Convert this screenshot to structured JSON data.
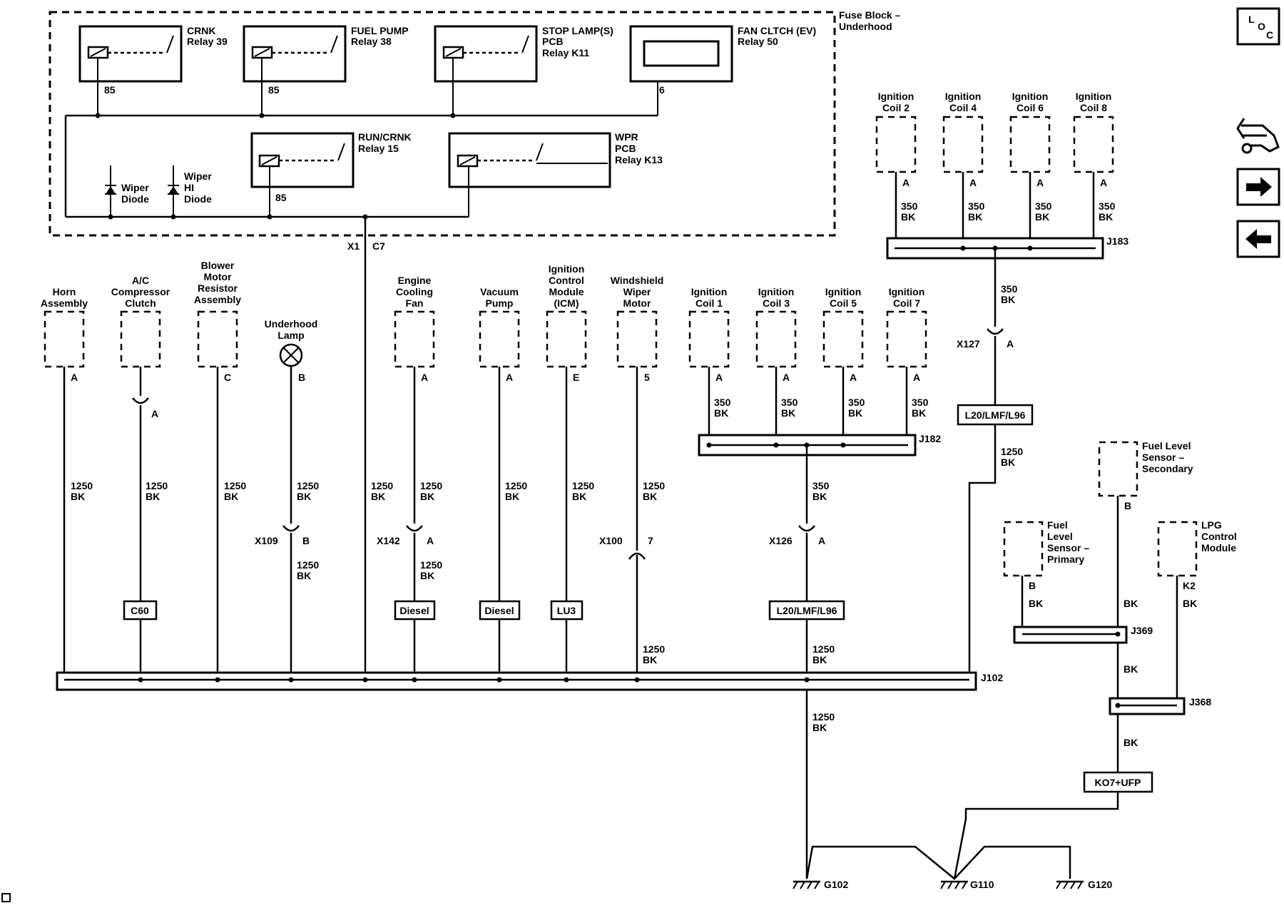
{
  "fuse_block": {
    "title_line1": "Fuse Block –",
    "title_line2": "Underhood",
    "connector_x1": "X1",
    "connector_c7": "C7"
  },
  "relays": {
    "crnk": {
      "l1": "CRNK",
      "l2": "Relay 39",
      "pin": "85"
    },
    "fuel_pump": {
      "l1": "FUEL PUMP",
      "l2": "Relay 38",
      "pin": "85"
    },
    "stop_lamp": {
      "l1": "STOP LAMP(S)",
      "l2": "PCB",
      "l3": "Relay K11"
    },
    "fan_clutch": {
      "l1": "FAN CLTCH (EV)",
      "l2": "Relay 50",
      "pin": "6"
    },
    "run_crnk": {
      "l1": "RUN/CRNK",
      "l2": "Relay 15",
      "pin": "85"
    },
    "wpr": {
      "l1": "WPR",
      "l2": "PCB",
      "l3": "Relay K13"
    }
  },
  "diodes": {
    "wiper": {
      "l1": "Wiper",
      "l2": "Diode"
    },
    "wiper_hi": {
      "l1": "Wiper",
      "l2": "HI",
      "l3": "Diode"
    }
  },
  "components": {
    "horn": {
      "l1": "Horn",
      "l2": "Assembly",
      "pin": "A",
      "gauge": "1250",
      "color": "BK"
    },
    "ac": {
      "l1": "A/C",
      "l2": "Compressor",
      "l3": "Clutch",
      "pin": "A",
      "gauge": "1250",
      "color": "BK",
      "option": "C60"
    },
    "blower": {
      "l1": "Blower",
      "l2": "Motor",
      "l3": "Resistor",
      "l4": "Assembly",
      "pin": "C",
      "gauge": "1250",
      "color": "BK"
    },
    "lamp": {
      "l1": "Underhood",
      "l2": "Lamp",
      "pin": "B",
      "gauge": "1250",
      "color": "BK",
      "conn": "X109",
      "conn_pin": "B",
      "gauge2": "1250",
      "color2": "BK"
    },
    "x1wire": {
      "gauge": "1250",
      "color": "BK"
    },
    "fan": {
      "l1": "Engine",
      "l2": "Cooling",
      "l3": "Fan",
      "pin": "A",
      "gauge": "1250",
      "color": "BK",
      "conn": "X142",
      "conn_pin": "A",
      "gauge2": "1250",
      "color2": "BK",
      "option": "Diesel"
    },
    "vacuum": {
      "l1": "Vacuum",
      "l2": "Pump",
      "pin": "A",
      "gauge": "1250",
      "color": "BK",
      "option": "Diesel"
    },
    "icm": {
      "l1": "Ignition",
      "l2": "Control",
      "l3": "Module",
      "l4": "(ICM)",
      "pin": "E",
      "gauge": "1250",
      "color": "BK",
      "option": "LU3"
    },
    "wiper": {
      "l1": "Windshield",
      "l2": "Wiper",
      "l3": "Motor",
      "pin": "5",
      "gauge": "1250",
      "color": "BK",
      "conn": "X100",
      "conn_pin": "7",
      "gauge2": "1250",
      "color2": "BK"
    }
  },
  "coils_lower": {
    "items": [
      {
        "l1": "Ignition",
        "l2": "Coil 1",
        "pin": "A",
        "gauge": "350",
        "color": "BK"
      },
      {
        "l1": "Ignition",
        "l2": "Coil 3",
        "pin": "A",
        "gauge": "350",
        "color": "BK"
      },
      {
        "l1": "Ignition",
        "l2": "Coil 5",
        "pin": "A",
        "gauge": "350",
        "color": "BK"
      },
      {
        "l1": "Ignition",
        "l2": "Coil 7",
        "pin": "A",
        "gauge": "350",
        "color": "BK"
      }
    ],
    "splice": "J182",
    "gauge": "350",
    "color": "BK",
    "conn": "X126",
    "conn_pin": "A",
    "option": "L20/LMF/L96",
    "gauge2": "1250",
    "color2": "BK",
    "gauge3": "1250",
    "color3": "BK"
  },
  "coils_upper": {
    "items": [
      {
        "l1": "Ignition",
        "l2": "Coil 2",
        "pin": "A",
        "gauge": "350",
        "color": "BK"
      },
      {
        "l1": "Ignition",
        "l2": "Coil 4",
        "pin": "A",
        "gauge": "350",
        "color": "BK"
      },
      {
        "l1": "Ignition",
        "l2": "Coil 6",
        "pin": "A",
        "gauge": "350",
        "color": "BK"
      },
      {
        "l1": "Ignition",
        "l2": "Coil 8",
        "pin": "A",
        "gauge": "350",
        "color": "BK"
      }
    ],
    "splice": "J183",
    "gauge": "350",
    "color": "BK",
    "conn": "X127",
    "conn_pin": "A",
    "option": "L20/LMF/L96",
    "gauge2": "1250",
    "color2": "BK"
  },
  "fuel": {
    "secondary": {
      "l1": "Fuel Level",
      "l2": "Sensor –",
      "l3": "Secondary",
      "pin": "B",
      "color": "BK"
    },
    "primary": {
      "l1": "Fuel",
      "l2": "Level",
      "l3": "Sensor –",
      "l4": "Primary",
      "pin": "B",
      "color": "BK"
    },
    "lpg": {
      "l1": "LPG",
      "l2": "Control",
      "l3": "Module",
      "pin": "K2",
      "color": "BK"
    },
    "splice1": "J369",
    "splice2": "J368",
    "color_mid": "BK",
    "color_low": "BK",
    "option": "KO7+UFP"
  },
  "splice_main": "J102",
  "grounds": {
    "g1": "G102",
    "g2": "G110",
    "g3": "G120"
  },
  "nav": {
    "loc_l": "L",
    "loc_o": "O",
    "loc_c": "C"
  }
}
